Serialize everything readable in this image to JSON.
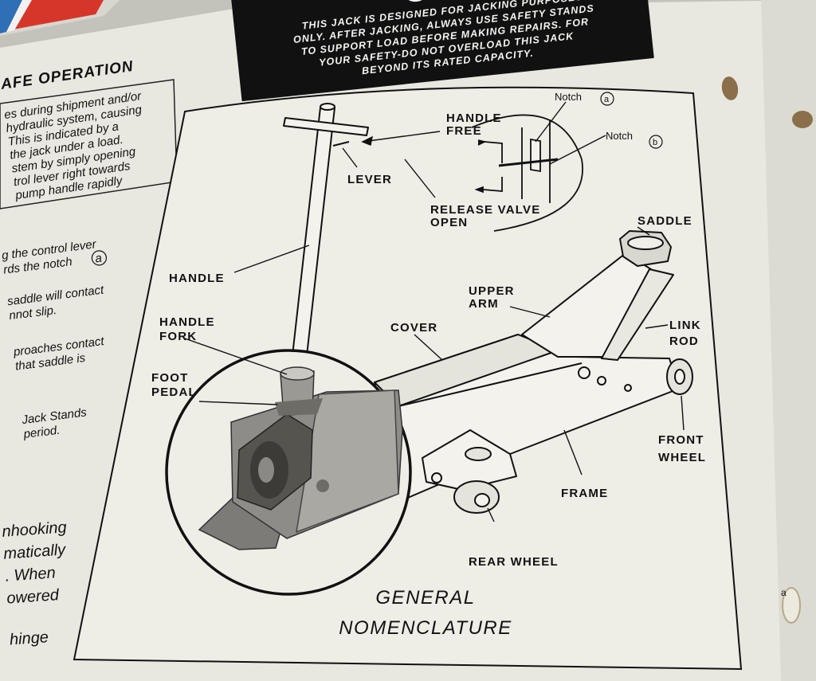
{
  "caution": {
    "title": "CAU",
    "lines": [
      "THIS JACK IS DESIGNED FOR JACKING PURPOSES",
      "ONLY. AFTER JACKING, ALWAYS USE SAFETY STANDS",
      "TO SUPPORT LOAD BEFORE MAKING REPAIRS. FOR",
      "YOUR SAFETY-DO NOT OVERLOAD THIS JACK",
      "BEYOND ITS RATED CAPACITY."
    ]
  },
  "left_column": {
    "heading": "AFE OPERATION",
    "box_lines": [
      "es during shipment and/or",
      "hydraulic system, causing",
      "This is indicated by a",
      "the jack under a load.",
      "stem by simply opening",
      "trol lever right towards",
      "pump handle rapidly"
    ],
    "para1": [
      "g the control lever",
      "rds the notch"
    ],
    "para1_notch": "a",
    "para2": [
      "saddle will contact",
      "nnot slip."
    ],
    "para3": [
      "proaches contact",
      "that saddle is"
    ],
    "para4": [
      "Jack Stands",
      "period."
    ],
    "para5": [
      "nhooking",
      "matically",
      ". When",
      "owered"
    ],
    "para6": [
      "hinge"
    ]
  },
  "diagram": {
    "labels": {
      "notch_a": "Notch",
      "notch_a_letter": "a",
      "notch_b": "Notch",
      "notch_b_letter": "b",
      "handle_free_1": "HANDLE",
      "handle_free_2": "FREE",
      "lever": "LEVER",
      "release_valve": "RELEASE VALVE",
      "open": "OPEN",
      "saddle": "SADDLE",
      "handle": "HANDLE",
      "upper_arm_1": "UPPER",
      "upper_arm_2": "ARM",
      "link_rod_1": "LINK",
      "link_rod_2": "ROD",
      "handle_fork_1": "HANDLE",
      "handle_fork_2": "FORK",
      "cover": "COVER",
      "foot_pedal_1": "FOOT",
      "foot_pedal_2": "PEDAL",
      "front_wheel_1": "FRONT",
      "front_wheel_2": "WHEEL",
      "frame": "FRAME",
      "rear_wheel": "REAR WHEEL"
    },
    "caption_1": "GENERAL",
    "caption_2": "NOMENCLATURE"
  },
  "margin_mark": "a"
}
